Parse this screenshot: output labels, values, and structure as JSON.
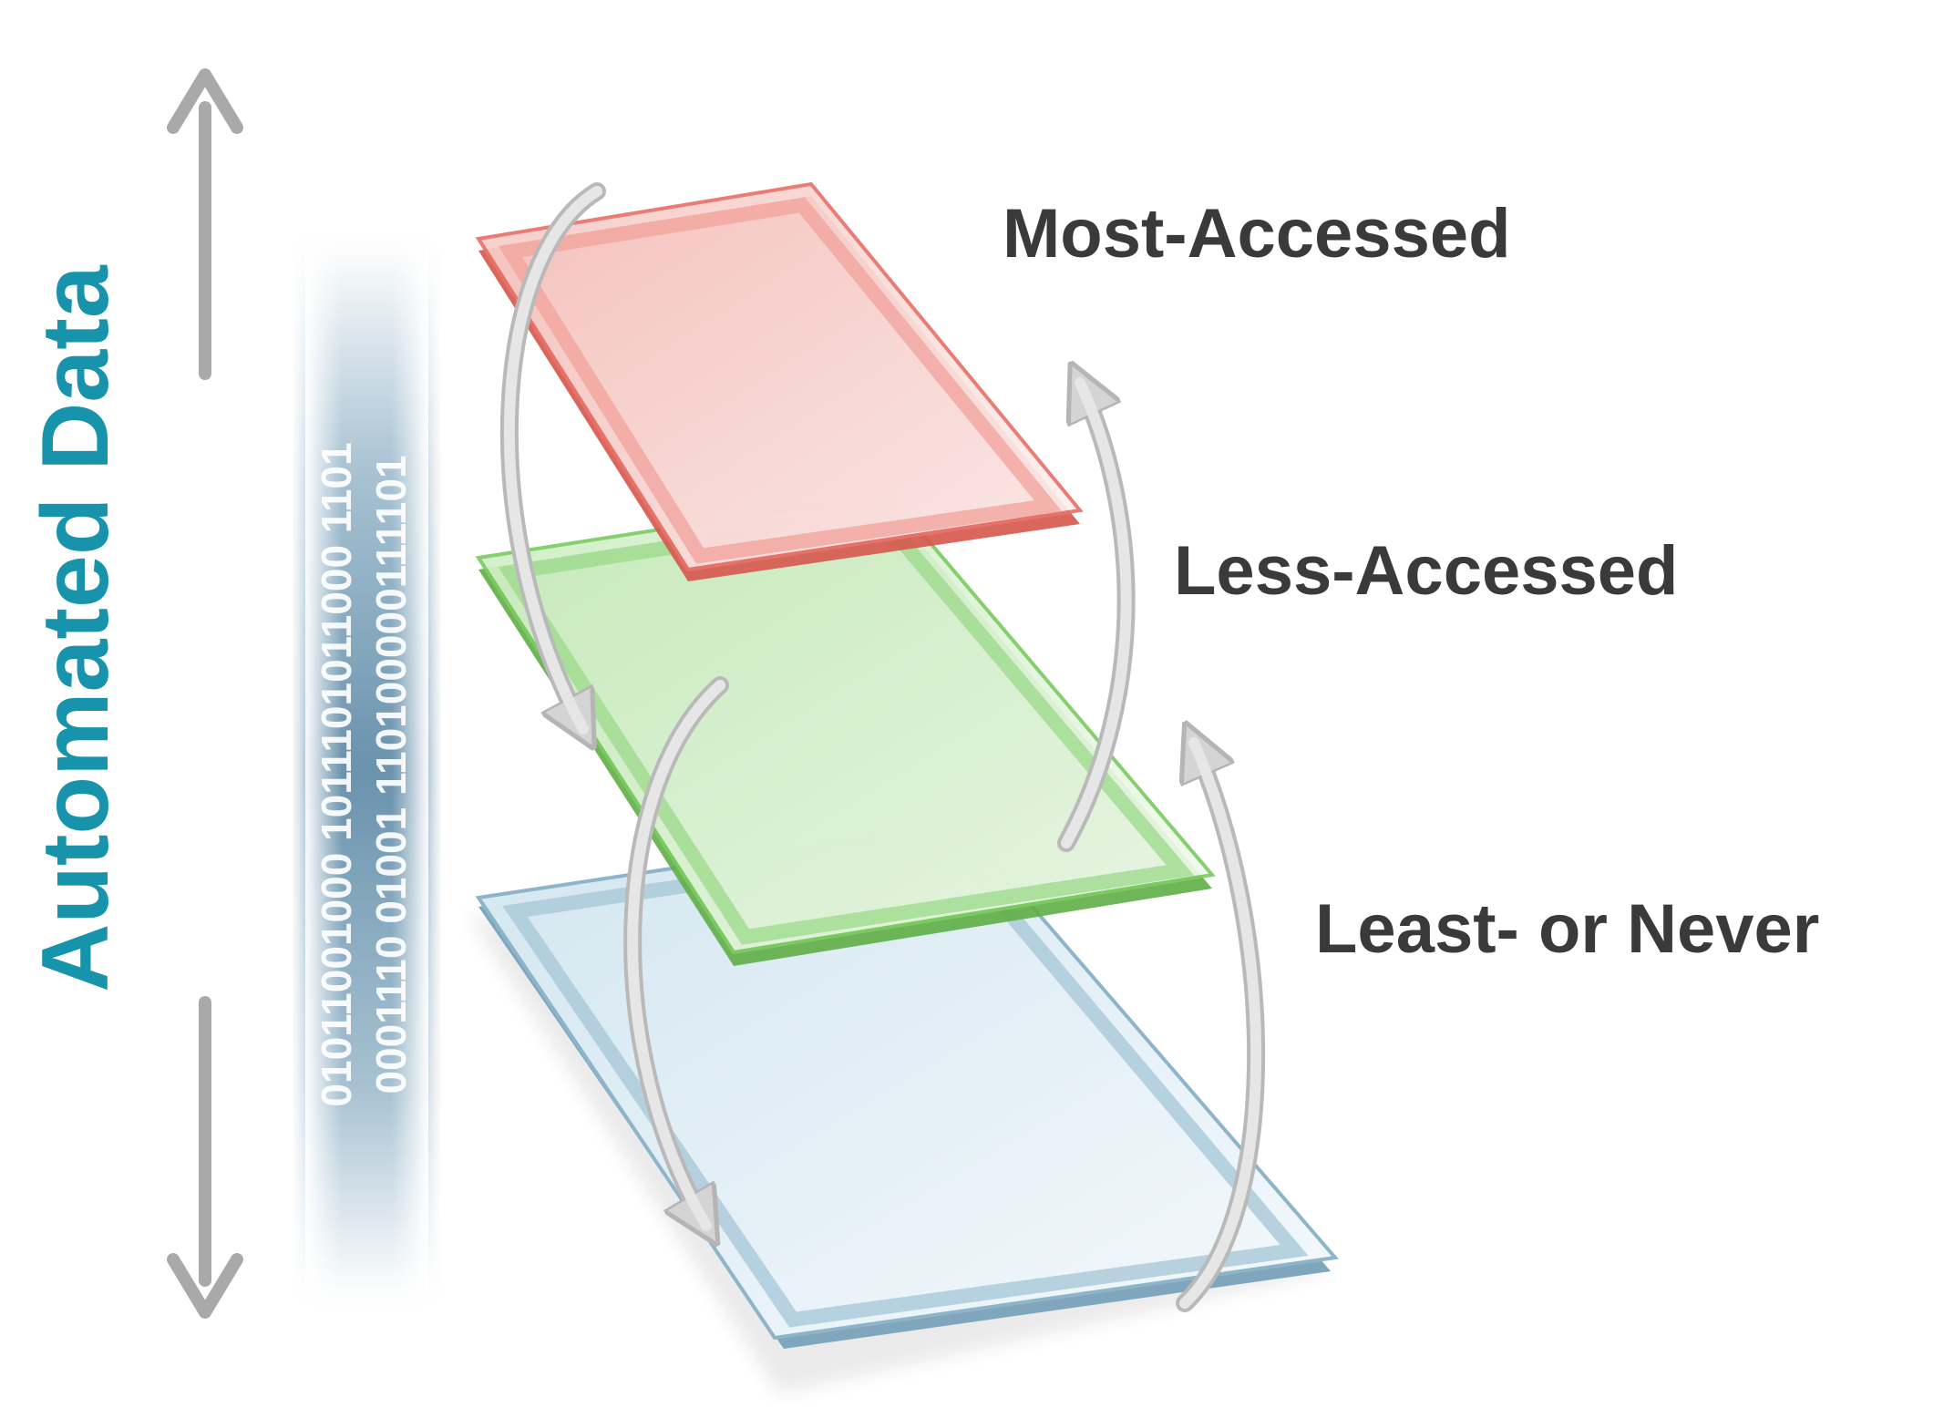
{
  "title": "Automated Data",
  "binary_columns": [
    "01011001000 1011101011000 1101",
    "0001110 01001 110100000111101"
  ],
  "tiers": [
    {
      "label": "Most-Accessed",
      "color": "#e8736a"
    },
    {
      "label": "Less-Accessed",
      "color": "#7ccc62"
    },
    {
      "label": "Least- or Never",
      "color": "#8db4c9"
    }
  ],
  "colors": {
    "title": "#1793ab",
    "label": "#3a3a3a",
    "arrow": "#a9a9a9",
    "binary_band": "#5f8fad"
  },
  "icons": [
    "double-headed-vertical-arrow-icon",
    "curved-transfer-arrow-icon"
  ]
}
